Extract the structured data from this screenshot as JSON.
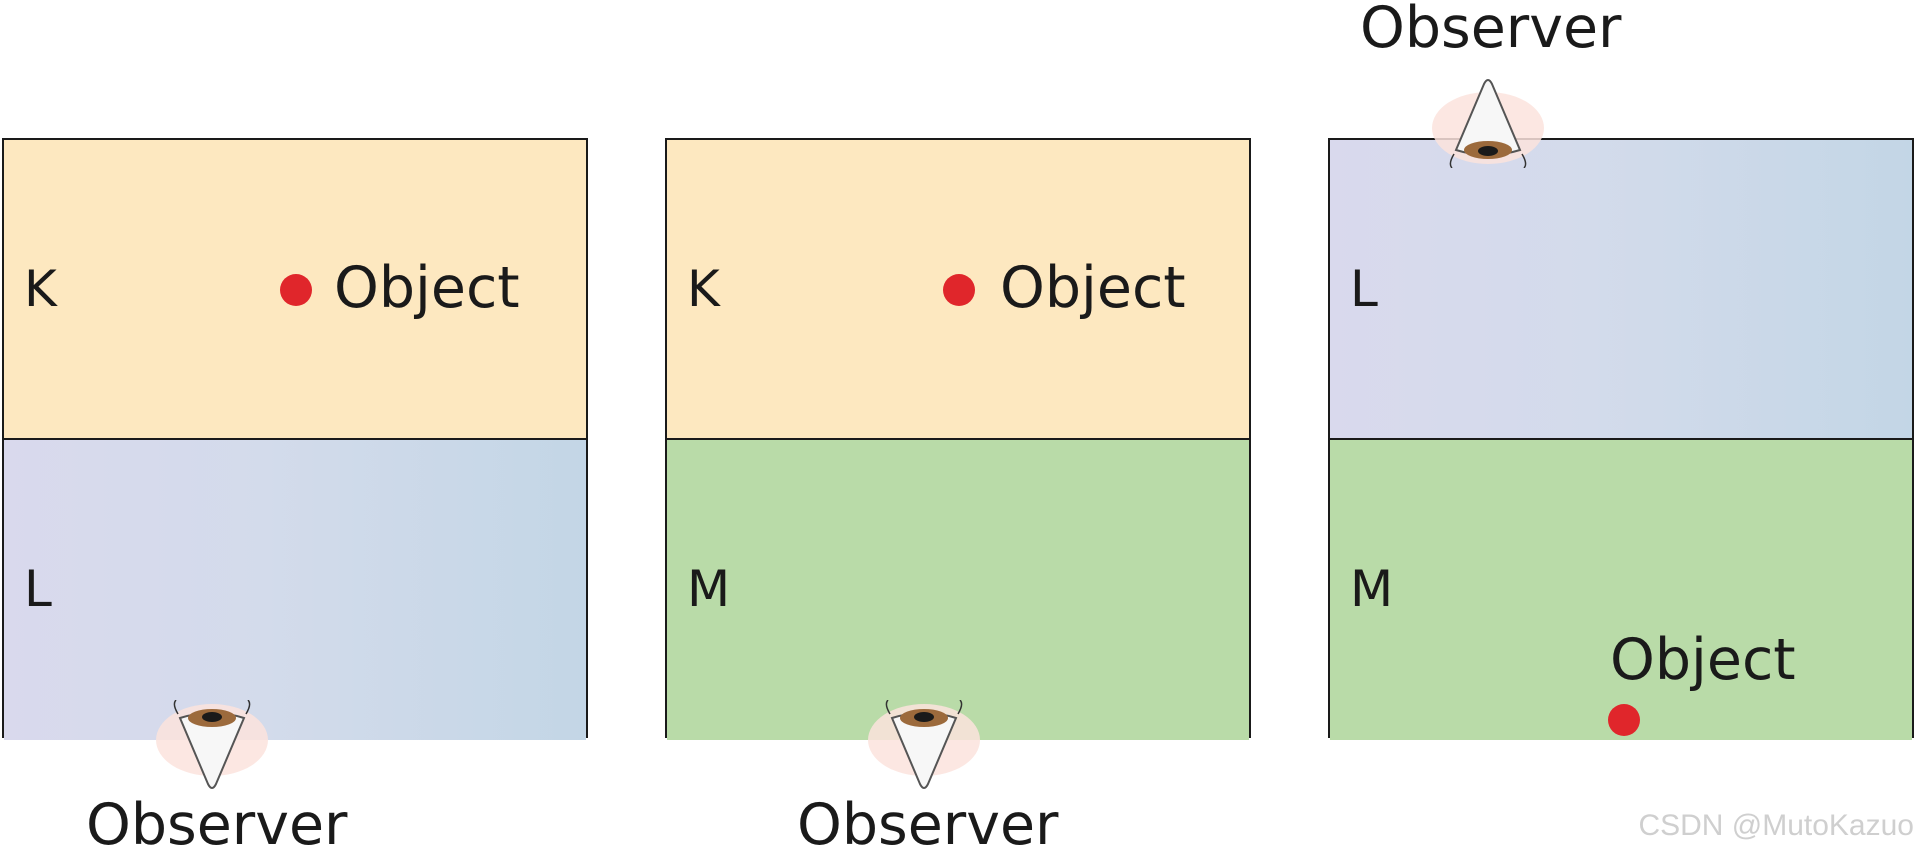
{
  "panels": [
    {
      "top_medium": "K",
      "bottom_medium": "L",
      "object_label": "Object",
      "observer_label": "Observer"
    },
    {
      "top_medium": "K",
      "bottom_medium": "M",
      "object_label": "Object",
      "observer_label": "Observer"
    },
    {
      "top_medium": "L",
      "bottom_medium": "M",
      "object_label": "Object",
      "observer_label": "Observer"
    }
  ],
  "watermark": "CSDN @MutoKazuo",
  "colors": {
    "medium_k": "#fde8c0",
    "medium_l": "#d3dbeb",
    "medium_m": "#b9dba8",
    "object_dot": "#e0262b"
  },
  "icons": [
    "eye-icon"
  ]
}
